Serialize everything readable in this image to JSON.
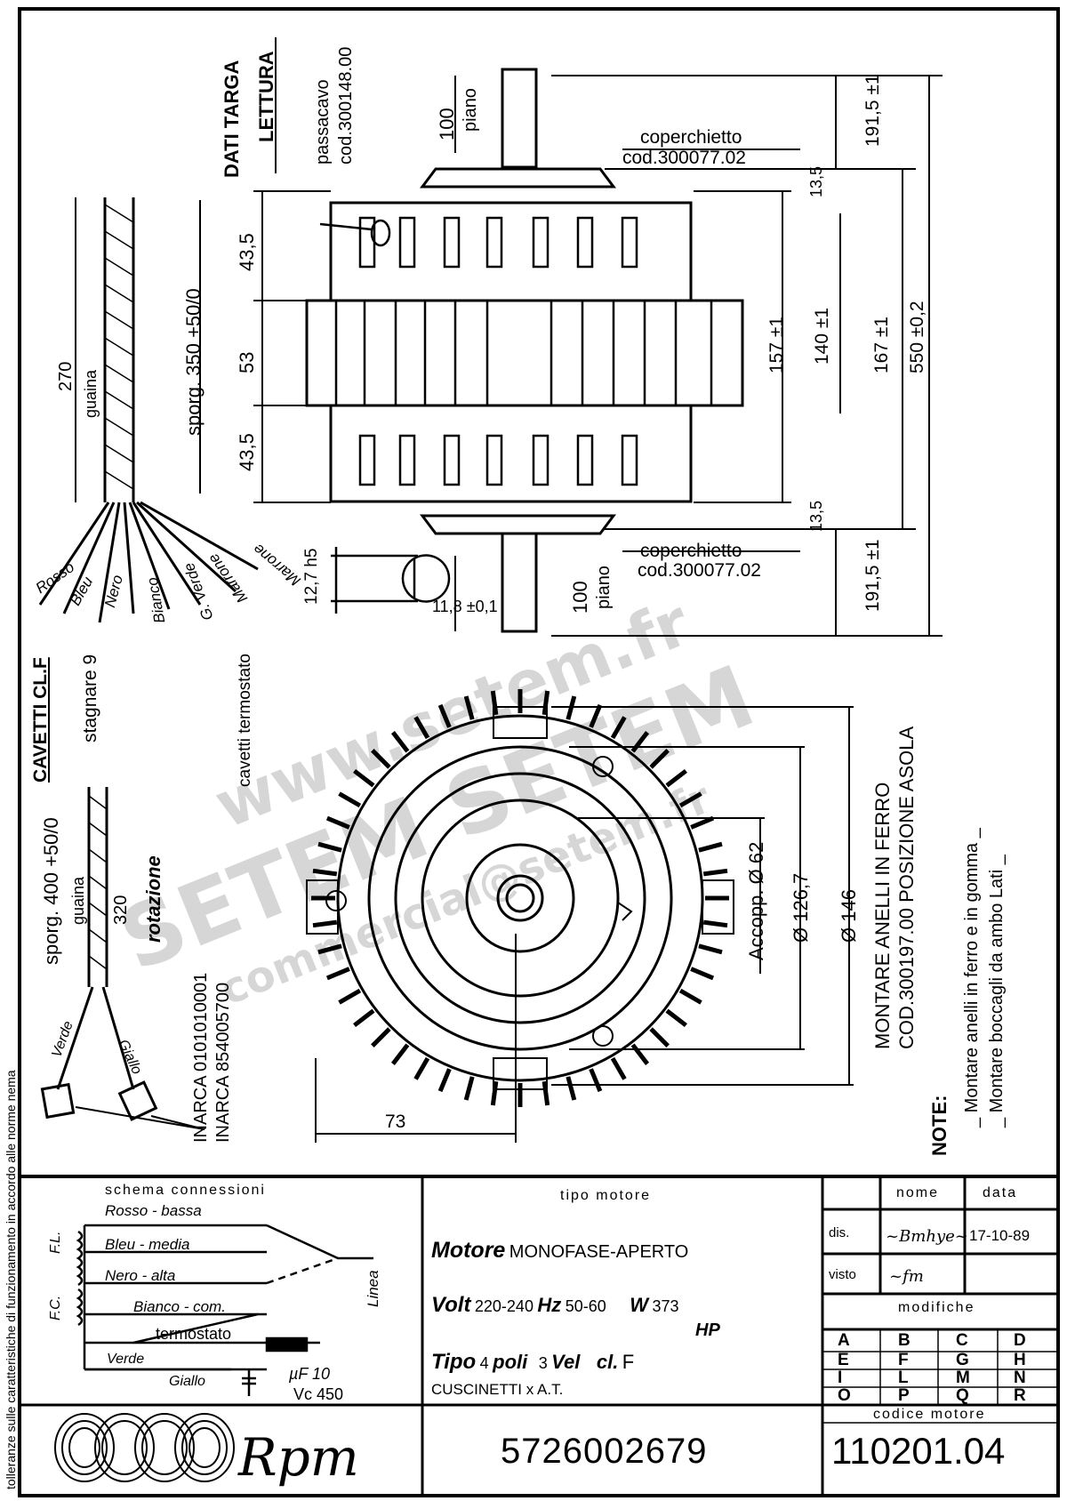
{
  "left_margin_note": "tolleranze sulle caratteristiche di funzionamento in accordo alle norme nema",
  "drawing": {
    "dati_targa": "DATI TARGA",
    "lettura": "LETTURA",
    "passacavo": "passacavo",
    "passacavo_code": "cod.300148.00",
    "cover_top": "coperchietto",
    "cover_top_code": "cod.300077.02",
    "cover_bottom": "coperchietto",
    "cover_bottom_code": "cod.300077.02",
    "dim_100_top": "100",
    "piano_top": "piano",
    "dim_100_bottom": "100",
    "piano_bottom": "piano",
    "dim_191_top": "191,5 ±1",
    "dim_191_bottom": "191,5 ±1",
    "dim_13_top": "13,5",
    "dim_13_bottom": "13,5",
    "dim_157": "157 ±1",
    "dim_140": "140 ±1",
    "dim_167": "167 ±1",
    "dim_550": "550 ±0,2",
    "dim_43a": "43,5",
    "dim_53": "53",
    "dim_43b": "43,5",
    "sporg_350": "sporg. 350 +50/0",
    "dim_270": "270",
    "guaina_1": "guaina",
    "shaft_dim": "12,7 h5",
    "flat_dim": "11,8 ±0,1",
    "wires": [
      "Rosso",
      "Bleu",
      "Nero",
      "Bianco",
      "G. Verde",
      "Marrone",
      "Marrone"
    ],
    "cavetti": "CAVETTI CL.F",
    "stagnare": "stagnare 9",
    "cavetti_termostato": "cavetti termostato",
    "sporg_400": "sporg. 400 +50/0",
    "guaina_2": "guaina",
    "dim_320": "320",
    "rotazione": "rotazione",
    "verde": "Verde",
    "giallo": "Giallo",
    "inarca_1": "INARCA 0101010001",
    "inarca_2": "INARCA 854005700",
    "accopp": "Accopp. Ø 62",
    "d126": "Ø 126,7",
    "d146": "Ø 146",
    "dim_73": "73",
    "montare_1": "MONTARE ANELLI IN FERRO",
    "montare_2": "COD.300197.00 POSIZIONE ASOLA",
    "note_title": "NOTE:",
    "note_1": "_ Montare anelli in ferro e in gomma _",
    "note_2": "_ Montare boccagli da ambo Lati _"
  },
  "watermark": {
    "w1": "www.setem.fr",
    "w2": "SETEM SETEM",
    "w3": "commercial@setem.fr"
  },
  "title_block": {
    "schema_title": "schema connessioni",
    "schema": {
      "fl": "F.L.",
      "fc": "F.C.",
      "rosso": "Rosso - bassa",
      "bleu": "Bleu - media",
      "nero": "Nero - alta",
      "bianco": "Bianco - com.",
      "termostato": "termostato",
      "verde": "Verde",
      "giallo": "Giallo",
      "linea": "Linea",
      "uf": "µF 10",
      "vc": "Vc 450"
    },
    "tipo_motore_header": "tipo motore",
    "motore_label": "Motore",
    "motore_value": "MONOFASE-APERTO",
    "volt_label": "Volt",
    "volt_value": "220-240",
    "hz_label": "Hz",
    "hz_value": "50-60",
    "w_label": "W",
    "w_value": "373",
    "hp_label": "HP",
    "tipo_label": "Tipo",
    "poli_value": "4",
    "poli_label": "poli",
    "vel_value": "3",
    "vel_label": "Vel",
    "cl_label": "cl.",
    "cl_value": "F",
    "cuscinetti": "CUSCINETTI x A.T.",
    "nome_header": "nome",
    "data_header": "data",
    "dis_label": "dis.",
    "dis_date": "17-10-89",
    "visto_label": "visto",
    "modifiche_header": "modifiche",
    "modifiche": [
      "A",
      "B",
      "C",
      "D",
      "E",
      "F",
      "G",
      "H",
      "I",
      "L",
      "M",
      "N",
      "O",
      "P",
      "Q",
      "R"
    ],
    "brand": "Rpm",
    "part_number": "5726002679",
    "codice_header": "codice motore",
    "codice_value": "110201.04"
  }
}
